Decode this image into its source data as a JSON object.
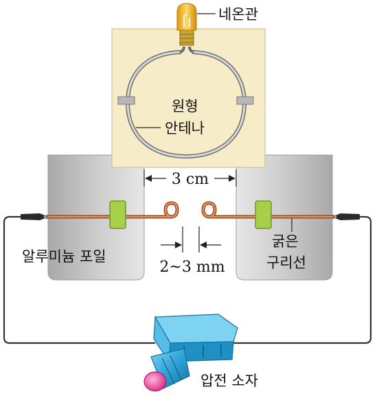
{
  "labels": {
    "neon_tube": "네온관",
    "antenna_line1": "원형",
    "antenna_line2": "안테나",
    "gap_width": "3 cm",
    "spark_gap": "2~3 mm",
    "foil": "알루미늄 포일",
    "wire_line1": "굵은",
    "wire_line2": "구리선",
    "piezo": "압전 소자"
  },
  "colors": {
    "board": "#f7ecc8",
    "foil_block": "#c8c8c8",
    "copper": "#c86a35",
    "clip": "#a8cf4a",
    "circuit_wire": "#333333",
    "piezo_body": "#35a9dc",
    "piezo_button": "#e03b8f",
    "neon_bulb": "#f2b82a"
  }
}
